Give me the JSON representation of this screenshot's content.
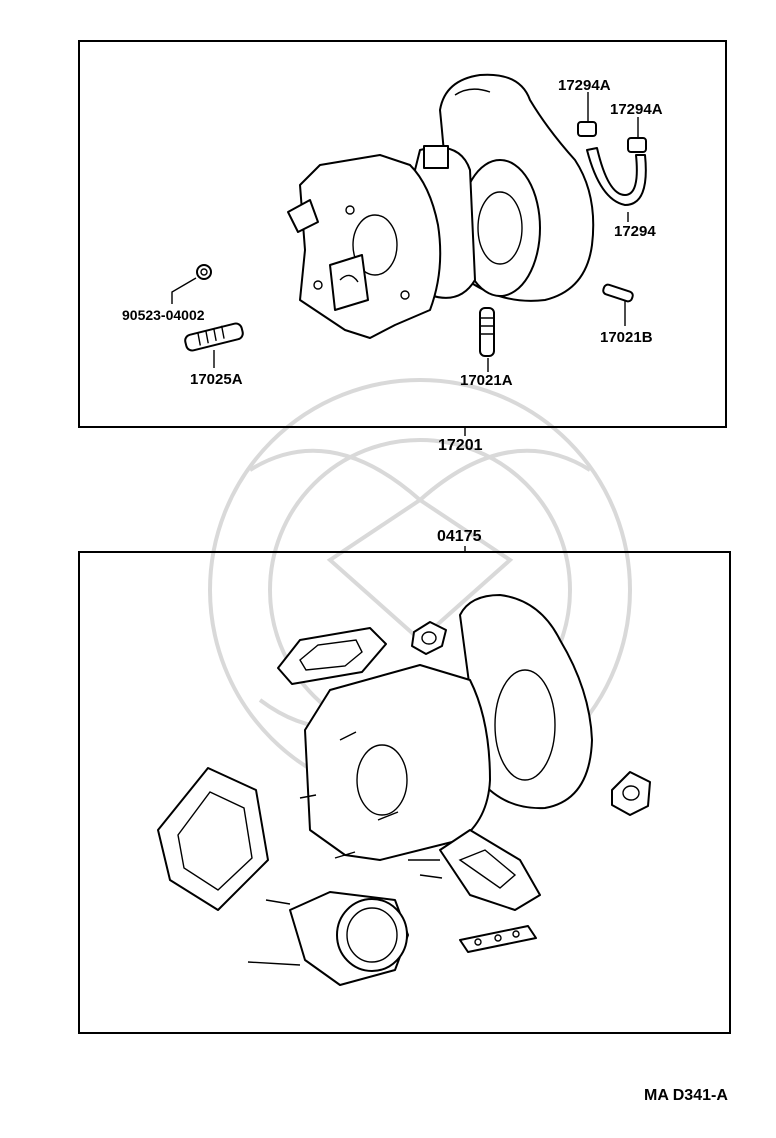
{
  "diagram": {
    "top_panel": {
      "assembly_part_no": "17201",
      "parts": {
        "p1": "17294A",
        "p2": "17294A",
        "p3": "17294",
        "p4": "90523-04002",
        "p5": "17025A",
        "p6": "17021A",
        "p7": "17021B"
      }
    },
    "bottom_panel": {
      "kit_part_no": "04175"
    },
    "reference_code": "MA D341-A"
  }
}
